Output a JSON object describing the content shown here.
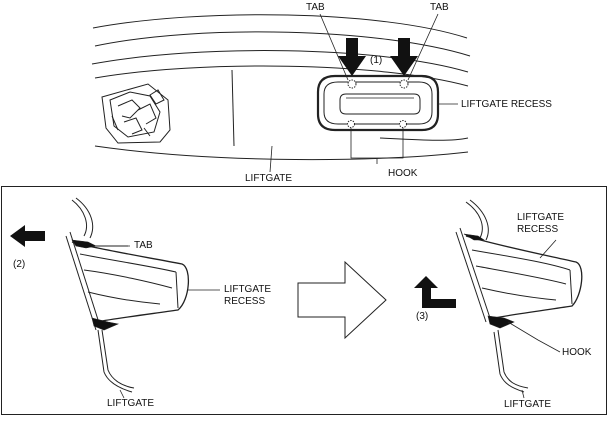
{
  "top": {
    "tab_left": "TAB",
    "tab_right": "TAB",
    "step1": "(1)",
    "recess": "LIFTGATE RECESS",
    "liftgate": "LIFTGATE",
    "hook": "HOOK"
  },
  "left_detail": {
    "step2": "(2)",
    "tab": "TAB",
    "recess_line1": "LIFTGATE",
    "recess_line2": "RECESS",
    "liftgate": "LIFTGATE"
  },
  "right_detail": {
    "recess_line1": "LIFTGATE",
    "recess_line2": "RECESS",
    "step3": "(3)",
    "hook": "HOOK",
    "liftgate": "LIFTGATE"
  }
}
